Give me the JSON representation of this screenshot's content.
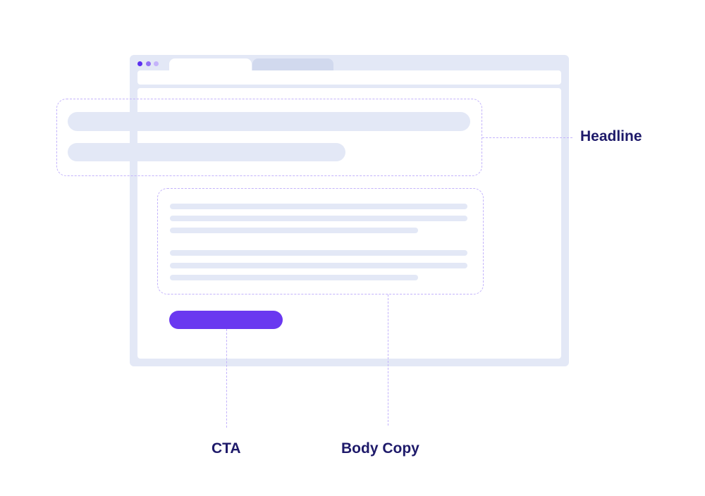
{
  "labels": {
    "headline": "Headline",
    "cta": "CTA",
    "body_copy": "Body Copy"
  },
  "colors": {
    "frame": "#e3e8f6",
    "accent": "#6a38f0",
    "dashed": "#c3b3fb",
    "label": "#1e1a6a"
  },
  "window_dots": [
    "#5b2ff0",
    "#9270f5",
    "#c4b3fa"
  ]
}
